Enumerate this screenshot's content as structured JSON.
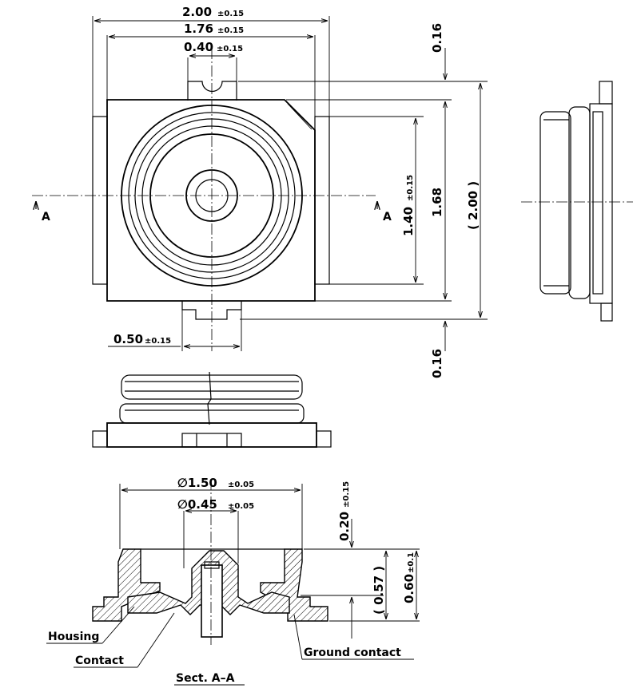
{
  "dimensions": {
    "width_200": "2.00",
    "tol_width_200": "±0.15",
    "width_176": "1.76",
    "tol_width_176": "±0.15",
    "width_040": "0.40",
    "tol_width_040": "±0.15",
    "top_016": "0.16",
    "bottom_016": "0.16",
    "height_140": "1.40",
    "tol_height_140": "±0.15",
    "height_168": "1.68",
    "height_200_ref": "( 2.00 )",
    "offset_050": "0.50",
    "tol_offset_050": "±0.15",
    "dia_150": "∅1.50",
    "tol_dia_150": "±0.05",
    "dia_045": "∅0.45",
    "tol_dia_045": "±0.05",
    "h_020": "0.20",
    "tol_h_020": "±0.15",
    "h_057_ref": "( 0.57 )",
    "h_060": "0.60",
    "tol_h_060": "±0.1"
  },
  "section_marks": {
    "left": "A",
    "right": "A"
  },
  "labels": {
    "housing": "Housing",
    "contact": "Contact",
    "ground_contact": "Ground contact",
    "section_title": "Sect. A–A"
  }
}
